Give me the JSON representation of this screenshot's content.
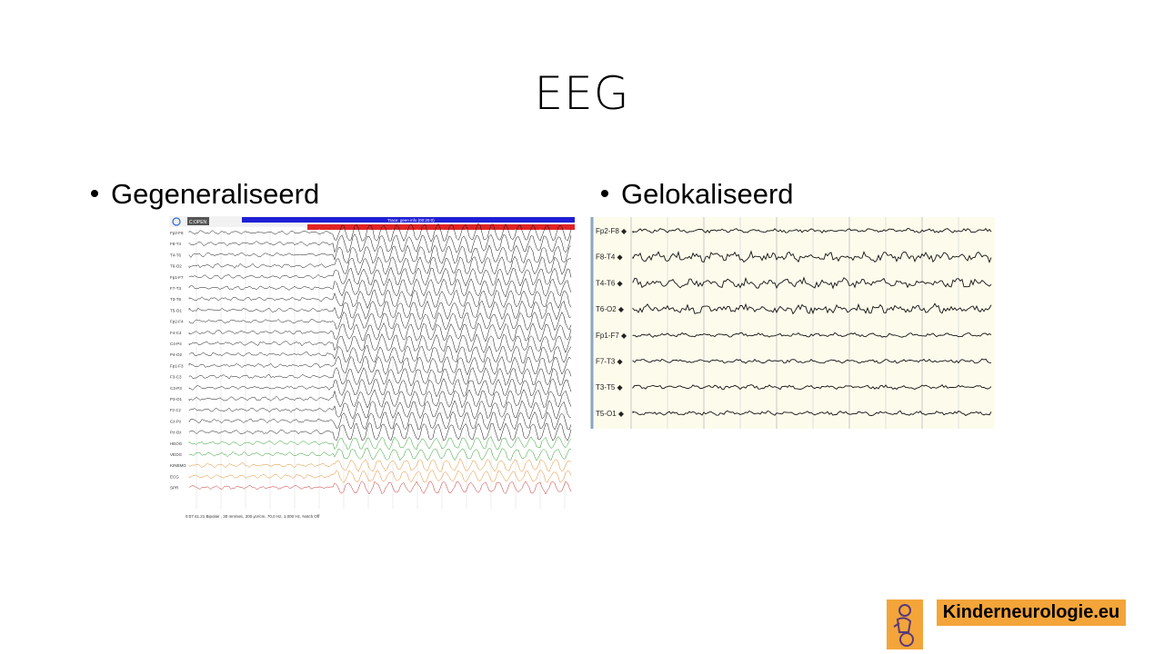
{
  "slide": {
    "title": "EEG",
    "left_bullet": "Gegeneraliseerd",
    "right_bullet": "Gelokaliseerd"
  },
  "eeg_generalized": {
    "header_label": "C:OPEN",
    "banner_text": "Trace: geen info (00:20:0)",
    "channels": [
      "Fp2-F8",
      "F8-T4",
      "T4-T6",
      "T6-O2",
      "Fp1-F7",
      "F7-T3",
      "T3-T5",
      "T5-O1",
      "Fp2-F4",
      "F4-C4",
      "C4-P4",
      "P4-O2",
      "Fp1-F3",
      "F3-C3",
      "C3-P3",
      "P3-O1",
      "Fz-Cz",
      "Cz-Pz",
      "Pz-Oz",
      "HEOG",
      "VEOG",
      "KINEMG",
      "ECG",
      "SPR"
    ],
    "footer": "0:07:41.21 Bipolair , 30 mm/sec, 200 µV/cm, 70,0 Hz, 1,000 Hz, Notch Off"
  },
  "eeg_localized": {
    "channels": [
      "Fp2-F8",
      "F8-T4",
      "T4-T6",
      "T6-O2",
      "Fp1-F7",
      "F7-T3",
      "T3-T5",
      "T5-O1"
    ]
  },
  "branding": {
    "site": "Kinderneurologie.eu",
    "logo_icon": "child-wheelchair-logo-icon",
    "accent": "#f3a53a"
  }
}
